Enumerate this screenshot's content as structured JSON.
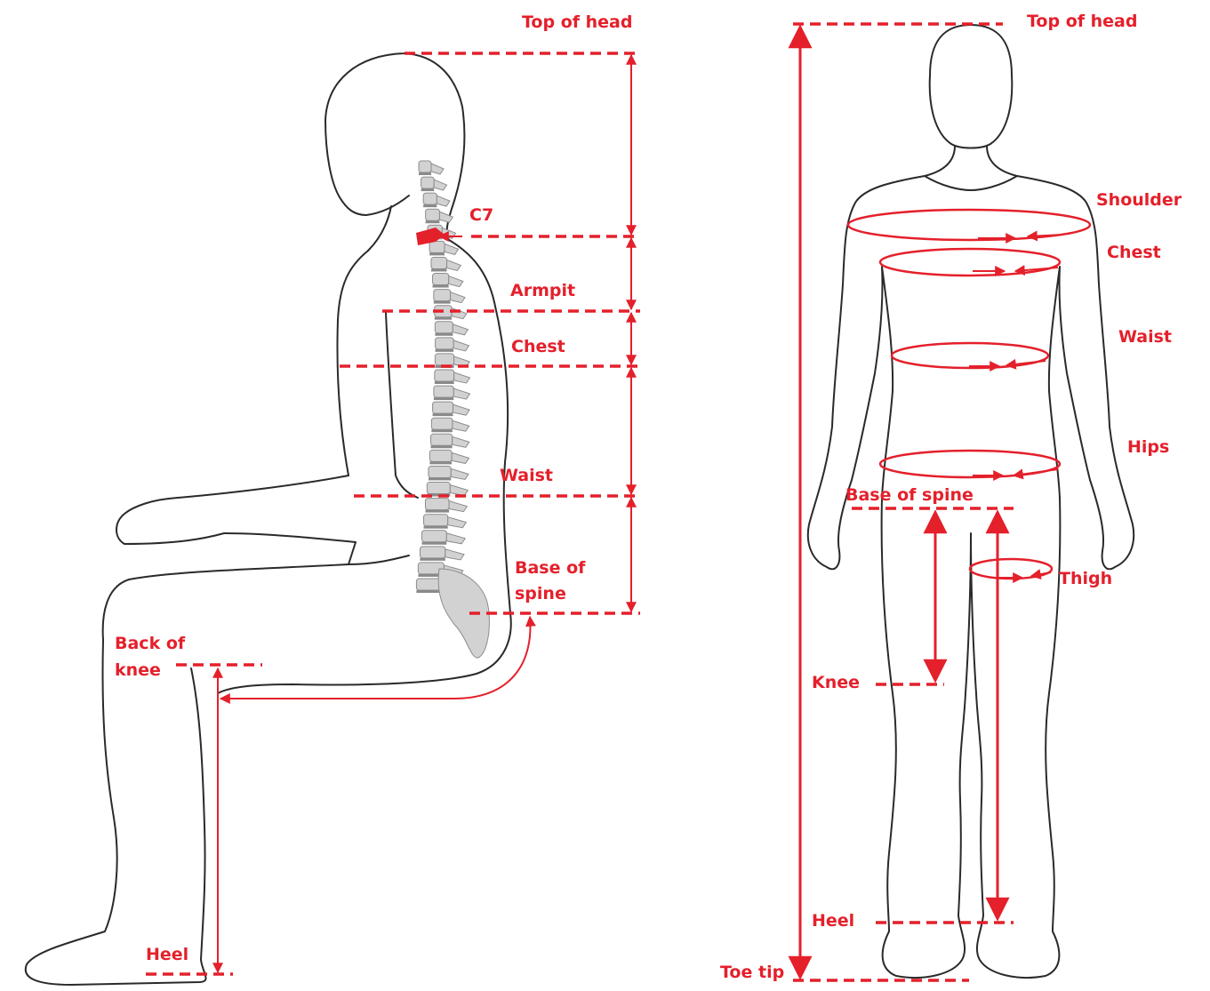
{
  "seated_figure": {
    "labels": {
      "top_of_head": "Top of head",
      "c7": "C7",
      "armpit": "Armpit",
      "chest": "Chest",
      "waist": "Waist",
      "base_of_spine_1": "Base of",
      "base_of_spine_2": "spine",
      "back_of_knee_1": "Back of",
      "back_of_knee_2": "knee",
      "heel": "Heel"
    }
  },
  "standing_figure": {
    "labels": {
      "top_of_head": "Top of head",
      "shoulder": "Shoulder",
      "chest": "Chest",
      "waist": "Waist",
      "hips": "Hips",
      "base_of_spine": "Base of spine",
      "thigh": "Thigh",
      "knee": "Knee",
      "heel": "Heel",
      "toe_tip": "Toe tip"
    }
  },
  "colors": {
    "measurement": "#e4202b",
    "outline": "#2a2a2a",
    "spine": "#d2d2d2"
  }
}
